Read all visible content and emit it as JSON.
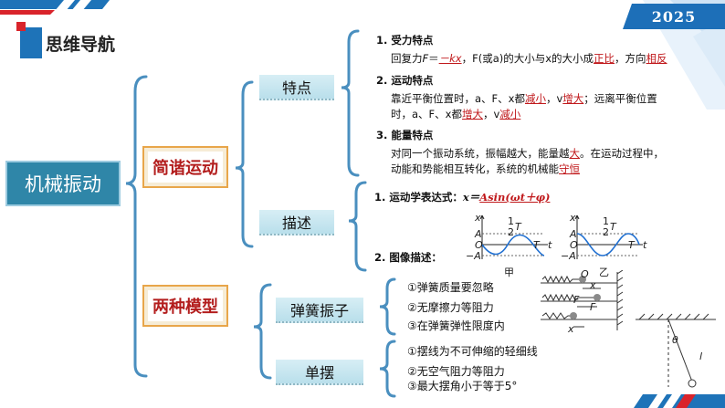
{
  "header": {
    "year": "2025",
    "title": "思维导航"
  },
  "root": {
    "label": "机械振动"
  },
  "branches": [
    {
      "label": "简谐运动"
    },
    {
      "label": "两种模型"
    }
  ],
  "leaves": {
    "features": "特点",
    "describe": "描述",
    "spring": "弹簧振子",
    "pendulum": "单摆"
  },
  "features": {
    "force": {
      "heading": "1. 受力特点",
      "line_pre": "回复力",
      "line_F": "F",
      "line_eq": "＝",
      "line_blank1": "－kx",
      "line_mid": "，F(或a)的大小与x的大小成",
      "line_blank2": "正比",
      "line_mid2": "，方向",
      "line_blank3": "相反"
    },
    "motion": {
      "heading": "2. 运动特点",
      "line1_pre": "靠近平衡位置时，a、F、x都",
      "line1_blank1": "减小",
      "line1_mid": "，v",
      "line1_blank2": "增大",
      "line1_post": "；远离平衡位置",
      "line2_pre": "时，a、F、x都",
      "line2_blank1": "增大",
      "line2_mid": "，v",
      "line2_blank2": "减小"
    },
    "energy": {
      "heading": "3. 能量特点",
      "line1_pre": "对同一个振动系统，振幅越大，能量越",
      "line1_blank": "大",
      "line1_post": "。在运动过程中，",
      "line2_pre": "动能和势能相互转化，系统的机械能",
      "line2_blank": "守恒"
    }
  },
  "describe": {
    "expr_heading": "1. 运动学表达式：",
    "expr_lhs": "x＝",
    "expr_blank": "Asin(ωt＋φ)",
    "graph_heading": "2. 图像描述：",
    "graph1": {
      "caption": "甲",
      "ylabel": "x",
      "xlabel": "t",
      "A": "A",
      "negA": "−A",
      "O": "O",
      "half": "1",
      "halfden": "2",
      "T": "T",
      "T2": "T"
    },
    "graph2": {
      "caption": "乙",
      "ylabel": "x",
      "xlabel": "t",
      "A": "A",
      "negA": "−A",
      "O": "O",
      "half": "1",
      "halfden": "2",
      "T": "T",
      "T2": "T"
    }
  },
  "spring_notes": [
    "①弹簧质量要忽略",
    "②无摩擦力等阻力",
    "③在弹簧弹性限度内"
  ],
  "spring_labels": {
    "O": "O",
    "x1": "x",
    "F1": "F",
    "F2": "F",
    "x2": "x"
  },
  "pendulum_notes": [
    "①摆线为不可伸缩的轻细线",
    "②无空气阻力等阻力",
    "③最大摆角小于等于5°"
  ],
  "pendulum_labels": {
    "theta": "θ",
    "l": "l"
  },
  "colors": {
    "accent_blue": "#2f86a8",
    "bracket_blue": "#4a8fbf",
    "answer_red": "#c0181b",
    "box_border": "#e8a64a"
  }
}
